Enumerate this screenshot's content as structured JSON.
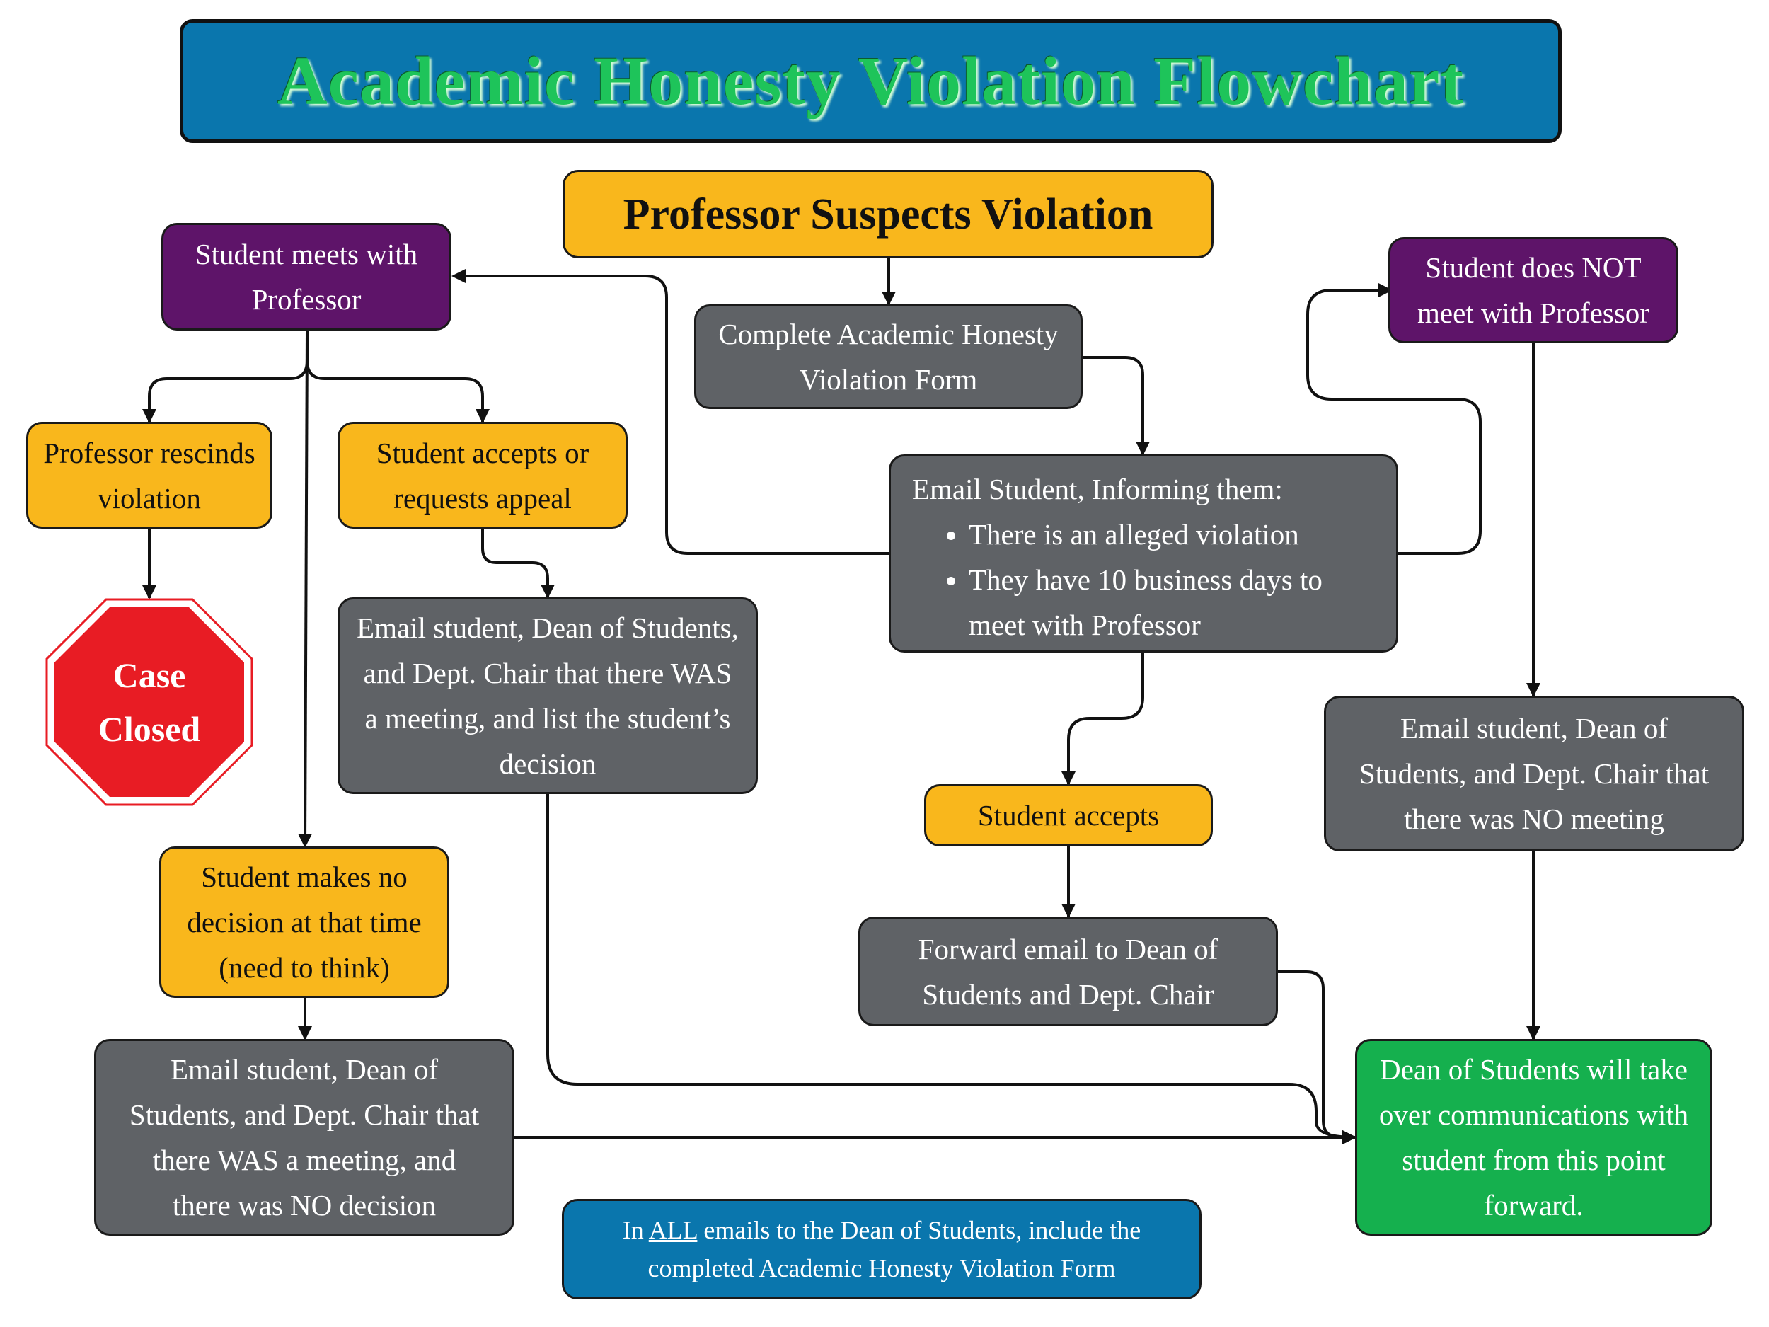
{
  "title": "Academic Honesty Violation Flowchart",
  "colors": {
    "title_bg": "#0a76ad",
    "title_text": "#1ec45a",
    "process_gray": "#5f6266",
    "decision_orange": "#f9b71c",
    "meeting_purple": "#5e1469",
    "final_green": "#15b04e",
    "note_blue": "#0a76ad",
    "stop_red": "#e81c24"
  },
  "nodes": {
    "start": "Professor Suspects Violation",
    "complete_form": "Complete Academic Honesty Violation Form",
    "email_student": {
      "heading": "Email Student, Informing them:",
      "bullets": [
        "There is an alleged violation",
        "They have 10 business days to meet with Professor"
      ]
    },
    "meets": "Student meets with Professor",
    "not_meet": "Student does NOT meet with Professor",
    "rescinds": "Professor rescinds violation",
    "case_closed": [
      "Case",
      "Closed"
    ],
    "accepts_or_appeal": "Student accepts or requests appeal",
    "email_was_meeting_decision": "Email student, Dean of Students, and Dept. Chair that there WAS a meeting, and list the student’s decision",
    "no_decision": "Student makes no decision at that time (need to think)",
    "email_was_meeting_no_decision": "Email student, Dean of Students, and Dept. Chair that there WAS a meeting, and there was NO decision",
    "student_accepts": "Student accepts",
    "forward_email": "Forward email to Dean of Students and Dept. Chair",
    "email_no_meeting": "Email student, Dean of Students, and Dept. Chair that there was NO meeting",
    "dean_takes_over": "Dean of Students will take over communications with student from this point forward."
  },
  "note": {
    "pre": "In ",
    "underlined": "ALL",
    "post": " emails to the Dean of Students, include the completed Academic Honesty Violation Form"
  }
}
